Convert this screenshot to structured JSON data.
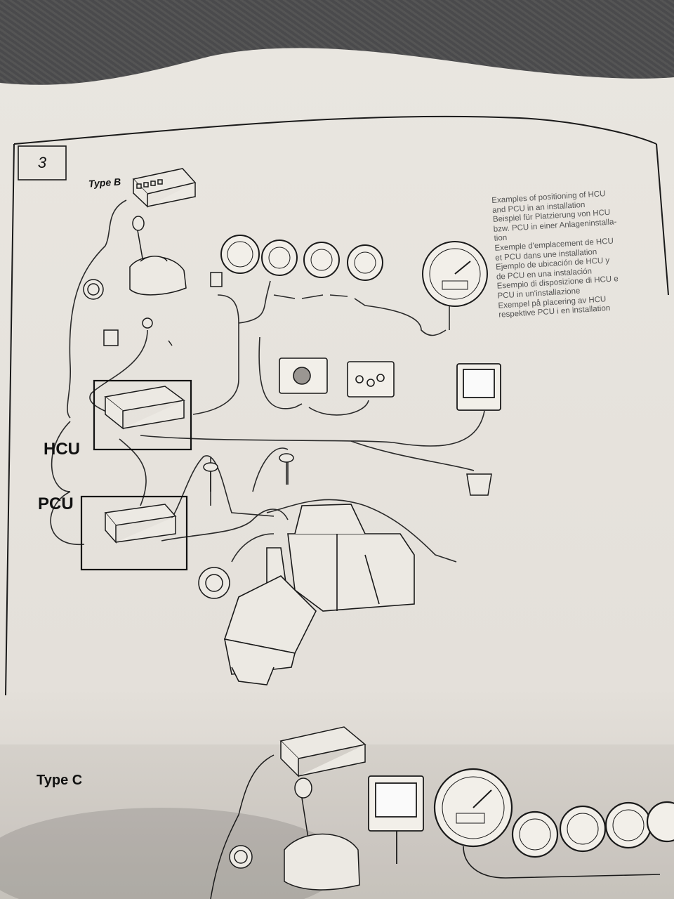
{
  "figure": {
    "number": "3",
    "type_b_label": "Type B",
    "type_c_label": "Type C",
    "hcu_label": "HCU",
    "pcu_label": "PCU"
  },
  "caption_lines": [
    "Examples of positioning of HCU",
    "and PCU in an installation",
    "Beispiel für Platzierung von HCU",
    "bzw. PCU in einer Anlageninstalla-",
    "tion",
    "Exemple d'emplacement de HCU",
    "et PCU dans une installation",
    "Ejemplo de ubicación de HCU y",
    "de PCU en una instalación",
    "Esempio di disposizione di HCU e",
    "PCU in un'installazione",
    "Exempel på placering av HCU",
    "respektive PCU i en installation"
  ],
  "colors": {
    "paper": "#e6e2dc",
    "line": "#1a1a1a",
    "background_fabric": "#4a4a4c"
  }
}
